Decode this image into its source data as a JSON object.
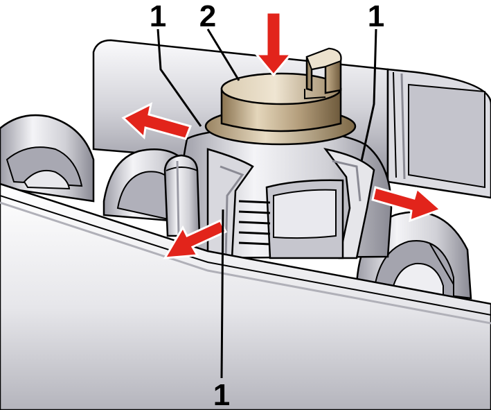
{
  "callouts": [
    {
      "id": "clip-left-top",
      "label": "1"
    },
    {
      "id": "mount-cap",
      "label": "2"
    },
    {
      "id": "clip-right-top",
      "label": "1"
    },
    {
      "id": "clip-bottom",
      "label": "1"
    }
  ],
  "arrows": [
    {
      "id": "press-down",
      "meaning": "press"
    },
    {
      "id": "spread-upper-left",
      "meaning": "spread"
    },
    {
      "id": "spread-lower-left",
      "meaning": "spread"
    },
    {
      "id": "spread-right",
      "meaning": "spread"
    }
  ],
  "colors": {
    "arrow": "#e2241b",
    "cap": "#b49e7c",
    "metal_light": "#f2f2f5",
    "metal_mid": "#c9c9d0",
    "metal_dark": "#8e8e98",
    "outline": "#000000"
  }
}
